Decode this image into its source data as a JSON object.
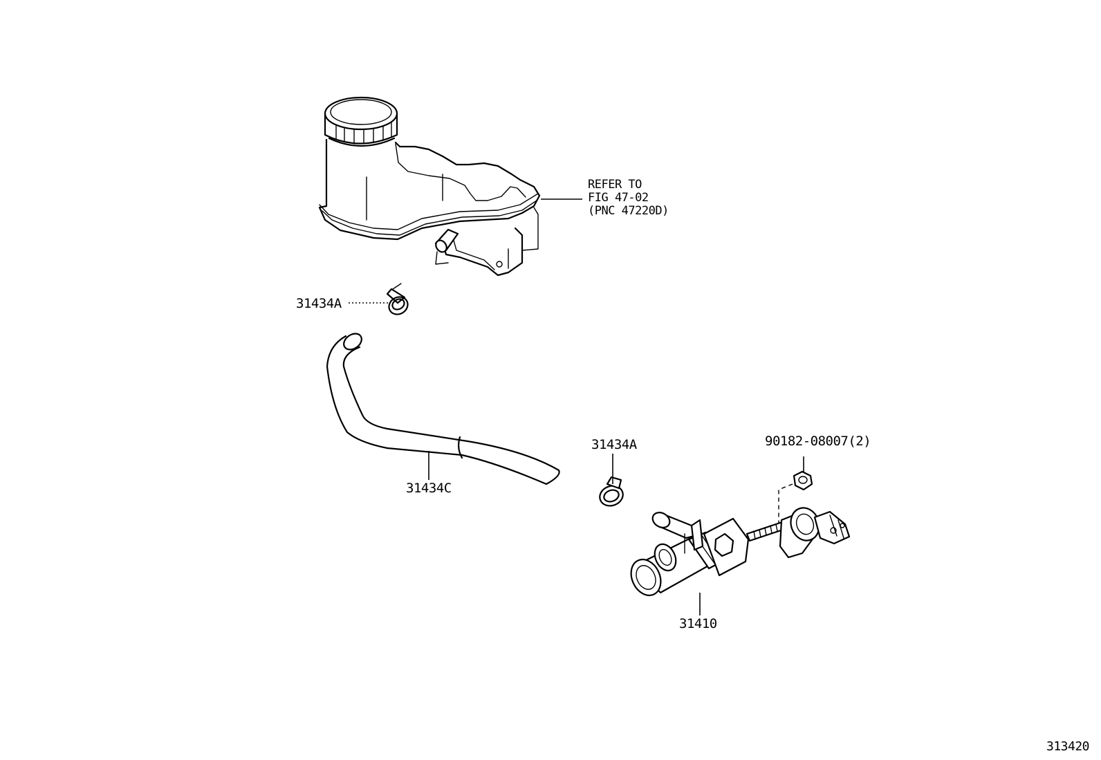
{
  "diagram": {
    "figure_number": "313420",
    "reference_note": {
      "line1": "REFER TO",
      "line2": "FIG 47-02",
      "line3": "(PNC 47220D)"
    },
    "callouts": {
      "clip_upper": "31434A",
      "clip_lower": "31434A",
      "hose": "31434C",
      "nut": "90182-08007(2)",
      "master_cylinder": "31410"
    },
    "parts": [
      "reservoir-tank",
      "hose-clip",
      "reservoir-hose",
      "clutch-master-cylinder",
      "nut"
    ]
  }
}
